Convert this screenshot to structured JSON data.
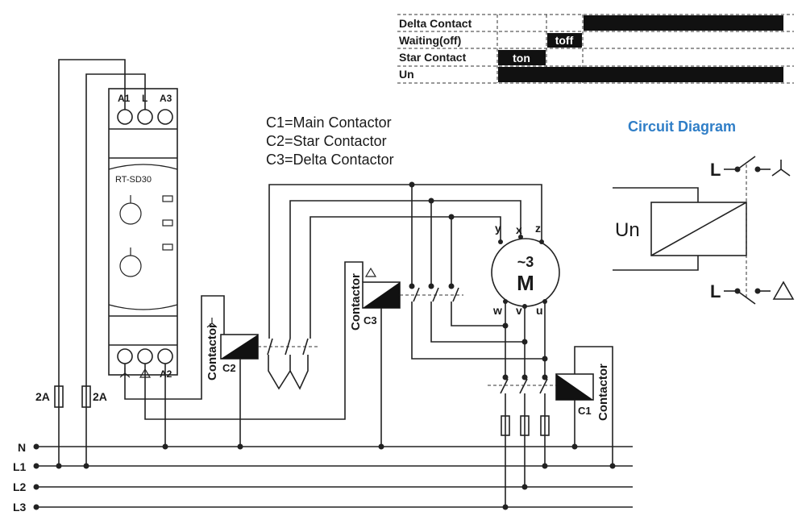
{
  "timing": {
    "rows": [
      "Delta Contact",
      "Waiting(off)",
      "Star Contact",
      "Un"
    ],
    "toff_label": "toff",
    "ton_label": "ton"
  },
  "legend": {
    "c1": "C1=Main Contactor",
    "c2": "C2=Star Contactor",
    "c3": "C3=Delta Contactor"
  },
  "circuit": {
    "title": "Circuit Diagram",
    "title_color": "#2f7ec7",
    "un_label": "Un",
    "l_top": "L",
    "l_bottom": "L"
  },
  "relay": {
    "model": "RT-SD30",
    "top_terminals": [
      "A1",
      "L",
      "A3"
    ],
    "bottom_a2": "A2"
  },
  "fuses": {
    "left": "2A",
    "right": "2A"
  },
  "motor": {
    "phase": "~3",
    "letter": "M",
    "top_terms": [
      "y",
      "x",
      "z"
    ],
    "bottom_terms": [
      "w",
      "v",
      "u"
    ]
  },
  "contactors": {
    "c2": {
      "label": "Contactor",
      "tag": "C2"
    },
    "c3": {
      "label": "Contactor",
      "tag": "C3"
    },
    "c1": {
      "label": "Contactor",
      "tag": "C1"
    }
  },
  "lines": [
    "N",
    "L1",
    "L2",
    "L3"
  ]
}
